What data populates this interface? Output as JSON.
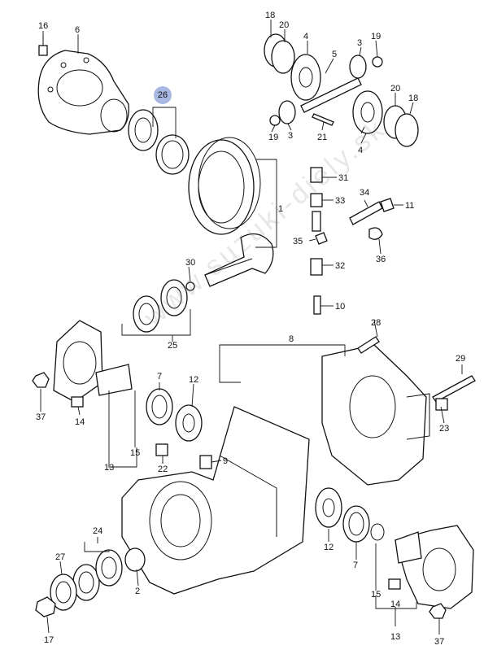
{
  "highlighted_part": "26",
  "watermark": "www.suzuki-diely.sk",
  "colors": {
    "highlight": "#a9b8e2",
    "line": "#111111"
  },
  "labels": {
    "p1": "1",
    "p2": "2",
    "p3a": "3",
    "p3b": "3",
    "p4a": "4",
    "p4b": "4",
    "p5": "5",
    "p6": "6",
    "p7a": "7",
    "p7b": "7",
    "p8": "8",
    "p9": "9",
    "p10": "10",
    "p11": "11",
    "p12a": "12",
    "p12b": "12",
    "p13a": "13",
    "p13b": "13",
    "p14a": "14",
    "p14b": "14",
    "p15a": "15",
    "p15b": "15",
    "p16": "16",
    "p17": "17",
    "p18a": "18",
    "p18b": "18",
    "p19a": "19",
    "p19b": "19",
    "p20a": "20",
    "p20b": "20",
    "p21": "21",
    "p22": "22",
    "p23": "23",
    "p24": "24",
    "p25": "25",
    "p27": "27",
    "p28": "28",
    "p29": "29",
    "p30": "30",
    "p31": "31",
    "p32": "32",
    "p33": "33",
    "p34": "34",
    "p35": "35",
    "p36": "36",
    "p37a": "37",
    "p37b": "37"
  }
}
